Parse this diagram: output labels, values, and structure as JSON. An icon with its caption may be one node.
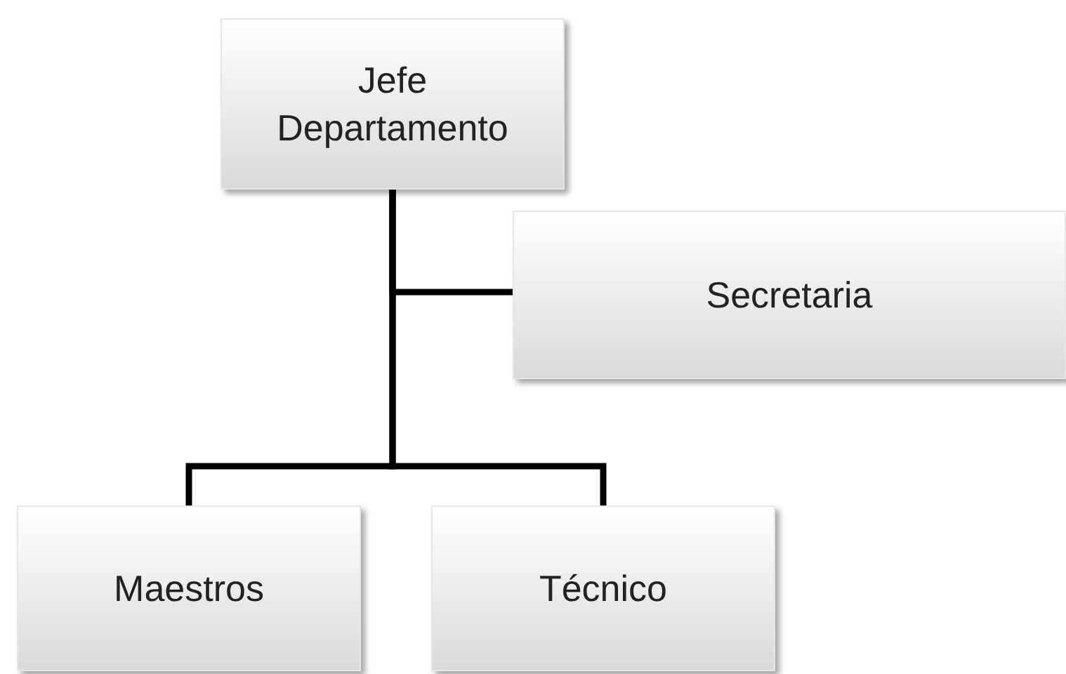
{
  "diagram": {
    "nodes": [
      {
        "text": [
          "Jefe Departamento"
        ]
      },
      {
        "text": [
          "Secretaria"
        ]
      },
      {
        "text": [
          "Maestros"
        ]
      },
      {
        "text": [
          "Técnico"
        ]
      }
    ],
    "edges": [
      {
        "from": 0,
        "to": 1,
        "arrow": "none"
      },
      {
        "from": 0,
        "to": 2,
        "arrow": "none"
      },
      {
        "from": 0,
        "to": 3,
        "arrow": "none"
      }
    ]
  }
}
